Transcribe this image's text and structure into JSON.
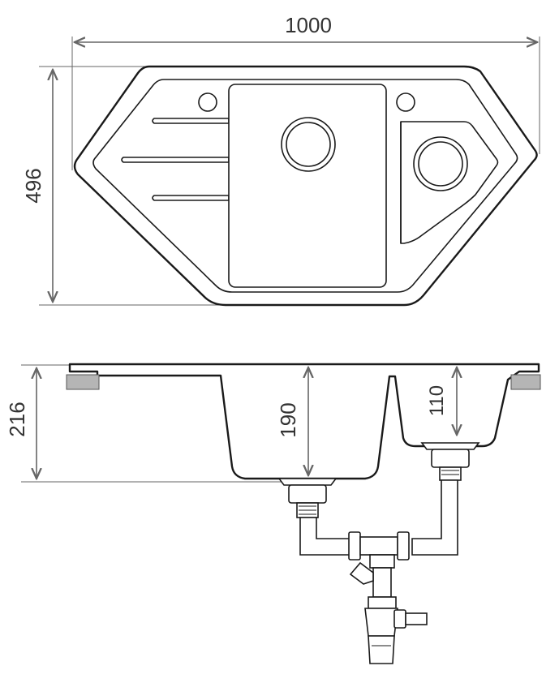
{
  "drawing": {
    "top_view": {
      "width_label": "1000",
      "depth_label": "496"
    },
    "side_view": {
      "height_label": "216",
      "main_bowl_depth_label": "190",
      "small_bowl_depth_label": "110"
    },
    "colors": {
      "line": "#1a1a1a",
      "dimension": "#666666",
      "fill": "#ffffff"
    }
  }
}
